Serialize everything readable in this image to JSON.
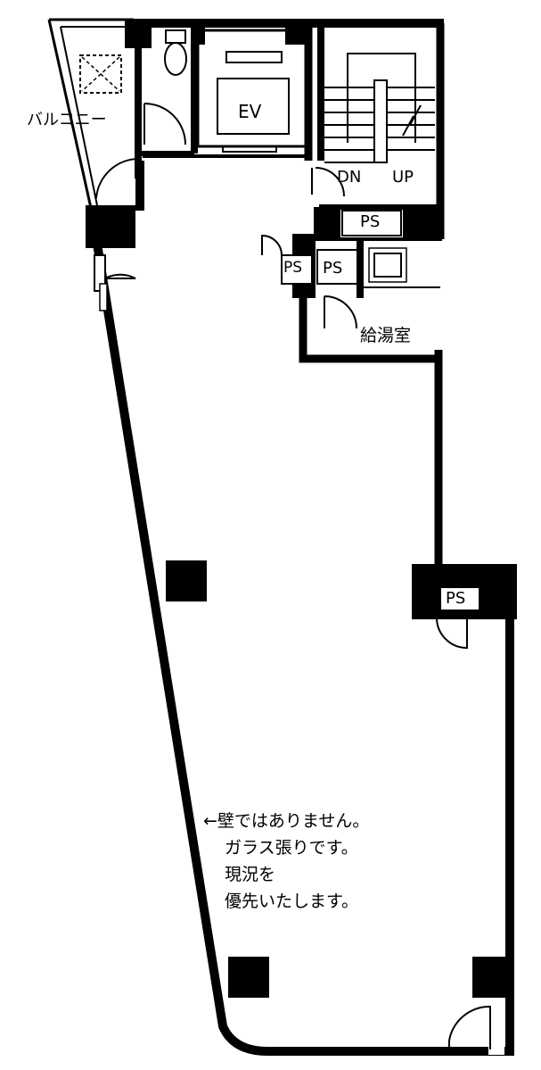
{
  "floor_plan": {
    "labels": {
      "balcony": "バルコニー",
      "elevator": "EV",
      "stair_down": "DN",
      "stair_up": "UP",
      "ps_top": "PS",
      "ps_left": "PS",
      "ps_center": "PS",
      "kitchenette": "給湯室",
      "ps_right": "PS"
    },
    "note": {
      "arrow": "←",
      "lines": [
        "壁ではありません。",
        "ガラス張りです。",
        "現況を",
        "優先いたします。"
      ]
    }
  },
  "colors": {
    "wall": "#000000",
    "background": "#ffffff"
  }
}
